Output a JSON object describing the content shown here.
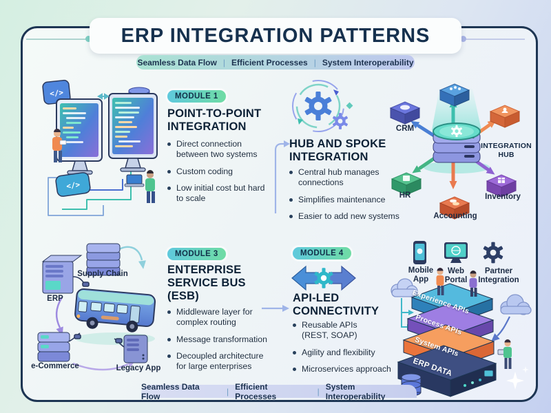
{
  "title": "ERP INTEGRATION PATTERNS",
  "banner": {
    "separator": "|",
    "items": [
      "Seamless Data Flow",
      "Efficient Processes",
      "System Interoperability"
    ]
  },
  "modules": {
    "module1": {
      "badge": "MODULE 1",
      "heading": "POINT-TO-POINT INTEGRATION",
      "bullets": [
        "Direct connection between two systems",
        "Custom coding",
        "Low initial cost but hard to scale"
      ]
    },
    "module2": {
      "heading": "HUB AND SPOKE INTEGRATION",
      "bullets": [
        "Central hub manages connections",
        "Simplifies maintenance",
        "Easier to add new systems"
      ]
    },
    "module3": {
      "badge": "MODULE 3",
      "heading": "ENTERPRISE SERVICE BUS (ESB)",
      "bullets": [
        "Middleware layer for complex routing",
        "Message transformation",
        "Decoupled architecture for large enterprises"
      ]
    },
    "module4": {
      "badge": "MODULE 4",
      "heading": "API-LED CONNECTIVITY",
      "bullets": [
        "Reusable APIs\n(REST, SOAP)",
        "Agility and flexibility",
        "Microservices approach"
      ]
    }
  },
  "hub_diagram": {
    "hub_label": "INTEGRATION HUB",
    "nodes": [
      "CRM",
      "HR",
      "Accounting",
      "Inventory"
    ]
  },
  "esb_diagram": {
    "nodes": [
      "Supply Chain",
      "ERP",
      "e-Commerce",
      "Legacy App"
    ]
  },
  "api_stack": {
    "channels": [
      "Mobile App",
      "Web Portal",
      "Partner Integration"
    ],
    "layers": [
      "Experience APIs",
      "Process APIs",
      "System APIs",
      "ERP DATA"
    ]
  },
  "p2p": {
    "code_glyph": "</>"
  },
  "colors": {
    "navy": "#1d3553",
    "teal": "#3dbfae",
    "badge_gradient": [
      "#5fc9dd",
      "#6fdca4"
    ],
    "hub_arrows": [
      "#4a7fd4",
      "#3dbfae",
      "#ef8a52",
      "#43b584",
      "#e97a4f",
      "#8f63d2"
    ],
    "stack_layers": [
      "#54bade",
      "#9e7ee3",
      "#f69e5f",
      "#3e4f82"
    ]
  }
}
